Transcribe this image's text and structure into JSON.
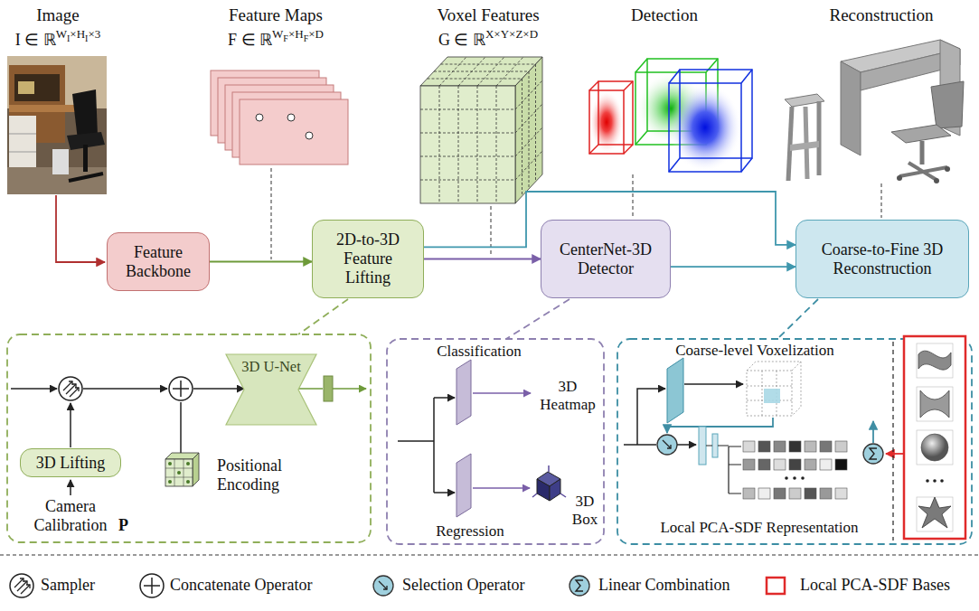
{
  "diagram": {
    "nodes": [
      {
        "text": [
          "Feature Backbone"
        ]
      },
      {
        "text": [
          "2D-to-3D Feature Lifting"
        ]
      },
      {
        "text": [
          "CenterNet-3D Detector"
        ]
      },
      {
        "text": [
          "Coarse-to-Fine 3D Reconstruction"
        ]
      },
      {
        "text": [
          "3D Lifting"
        ]
      },
      {
        "text": [
          "3D U-Net"
        ]
      }
    ],
    "edges": [
      {
        "from": 0,
        "to": 1,
        "arrow": "to"
      },
      {
        "from": 1,
        "to": 2,
        "arrow": "to"
      },
      {
        "from": 1,
        "to": 3,
        "arrow": "to"
      },
      {
        "from": 2,
        "to": 3,
        "arrow": "to"
      }
    ],
    "labels": [
      "Image",
      "I ∈ ℝ",
      "W",
      "I",
      "×H",
      "I",
      "×3",
      "Feature Maps",
      "F ∈ ℝ",
      "W",
      "F",
      "×H",
      "F",
      "×D",
      "Voxel Features",
      "G ∈ ℝ",
      "X×Y×Z×D",
      "Detection",
      "Reconstruction",
      "Camera Calibration",
      "P",
      "Positional Encoding",
      "Classification",
      "3D Heatmap",
      "Regression",
      "3D Box",
      "Coarse-level Voxelization",
      "Local PCA-SDF Representation"
    ],
    "legend": [
      {
        "text": "Sampler"
      },
      {
        "text": "Concatenate Operator"
      },
      {
        "text": "Selection Operator"
      },
      {
        "text": "Linear Combination"
      },
      {
        "text": "Local PCA-SDF Bases"
      }
    ]
  }
}
